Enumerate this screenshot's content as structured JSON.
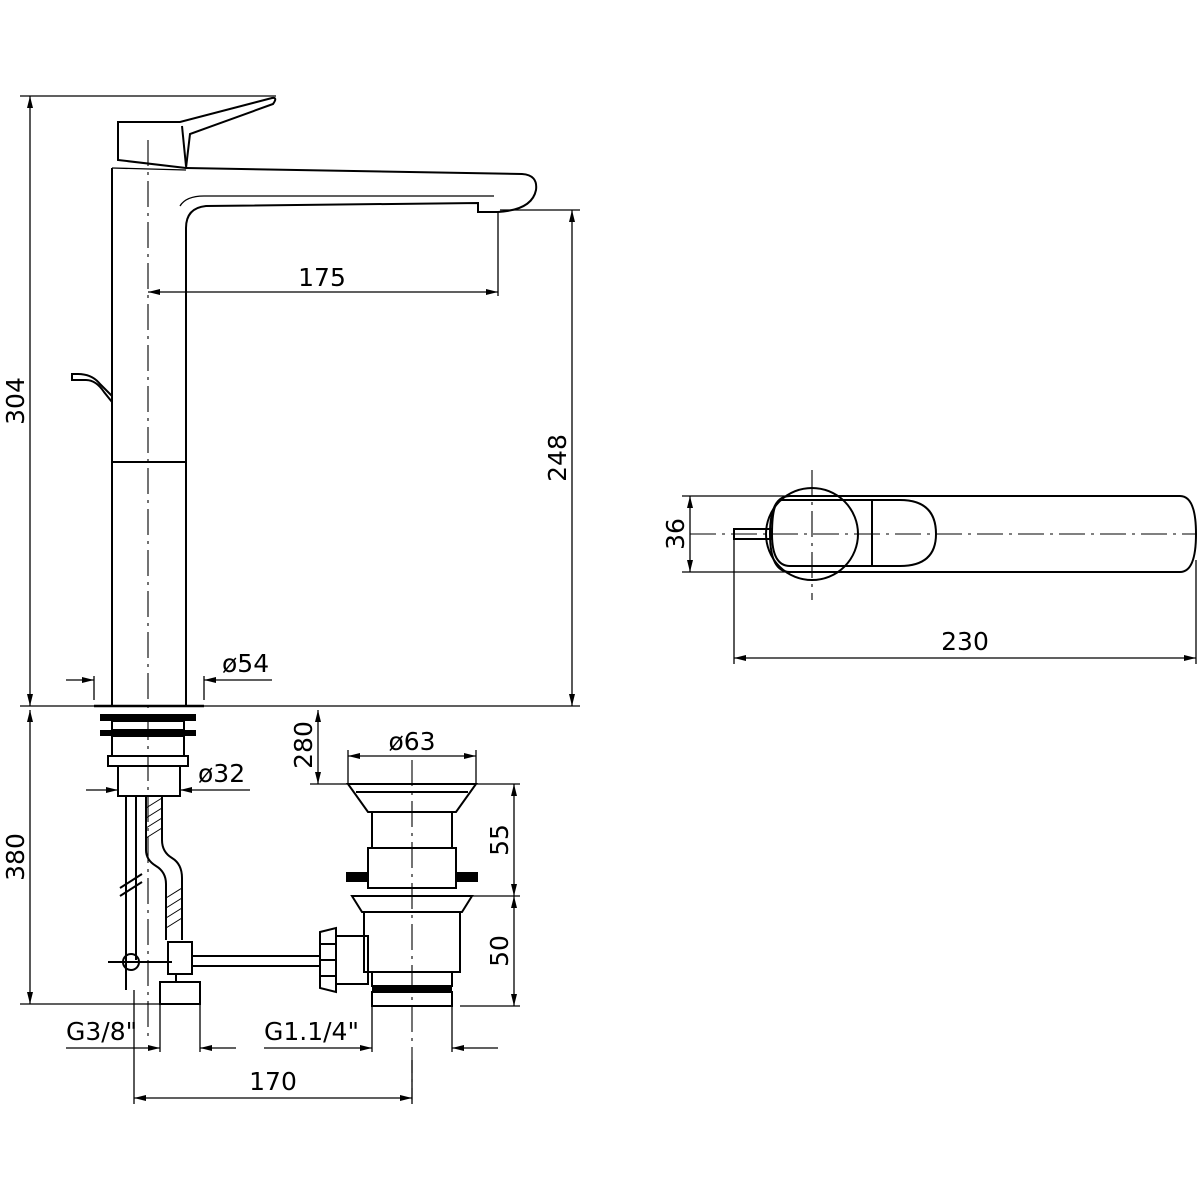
{
  "dimensions": {
    "spout_reach": "175",
    "total_height": "304",
    "spout_height": "248",
    "base_diameter": "ø54",
    "shank_diameter": "ø32",
    "hose_length": "380",
    "waste_offset": "280",
    "waste_diameter": "ø63",
    "waste_upper": "55",
    "waste_lower": "50",
    "inlet_thread": "G3/8\"",
    "waste_thread": "G1.1/4\"",
    "inlet_to_waste": "170",
    "top_width": "36",
    "top_length": "230"
  },
  "colors": {
    "line": "#000000",
    "background": "#ffffff"
  }
}
